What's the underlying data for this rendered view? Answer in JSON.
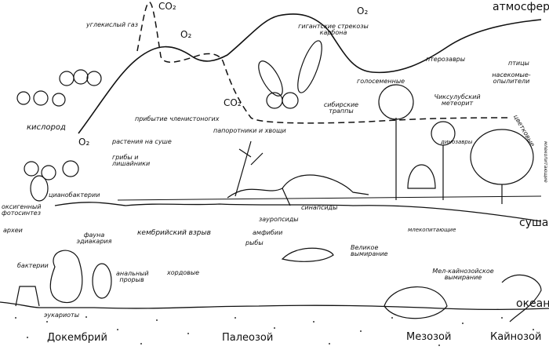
{
  "atmosphere": {
    "label": "атмосфера",
    "co2_peak": "CO₂",
    "co2_low": "CO₂",
    "o2_top": "O₂",
    "o2_mid": "O₂",
    "o2_low": "O₂",
    "carbon_dioxide": "углекислый газ",
    "oxygen": "кислород"
  },
  "life_labels": {
    "dragonflies": "гигантские стрекозы карбона",
    "arthropods": "прибытие членистоногих",
    "ferns": "папоротники и хвощи",
    "land_plants": "растения на суше",
    "fungi": "грибы и лишайники",
    "traps": "сибирские траппы",
    "gymnosperms": "голосеменные",
    "pterosaurs": "птерозавры",
    "birds": "птицы",
    "pollinators": "насекомые-опылители",
    "meteorite": "Чиксулубский метеорит",
    "flowering": "цветковые",
    "mammals_vertical": "млекопитающие",
    "dinosaurs": "динозавры",
    "cyanobacteria": "цианобактерии",
    "photosynthesis": "оксигенный фотосинтез",
    "archaea": "археи",
    "bacteria": "бактерии",
    "ediacara": "фауна эдиакария",
    "cambrian": "кембрийский взрыв",
    "amphibians": "амфибии",
    "fish": "рыбы",
    "sauropsids": "зауропсиды",
    "synapsids": "синапсиды",
    "mammals": "млекопитающие",
    "great_extinction": "Великое вымирание",
    "chordates": "хордовые",
    "anal_breakthrough": "анальный прорыв",
    "kt_extinction": "Мел-кайнозойское вымирание",
    "eukaryotes": "эукариоты"
  },
  "zones": {
    "land": "суша",
    "ocean": "океан"
  },
  "eras": [
    "Докембрий",
    "Палеозой",
    "Мезозой",
    "Кайнозой"
  ]
}
